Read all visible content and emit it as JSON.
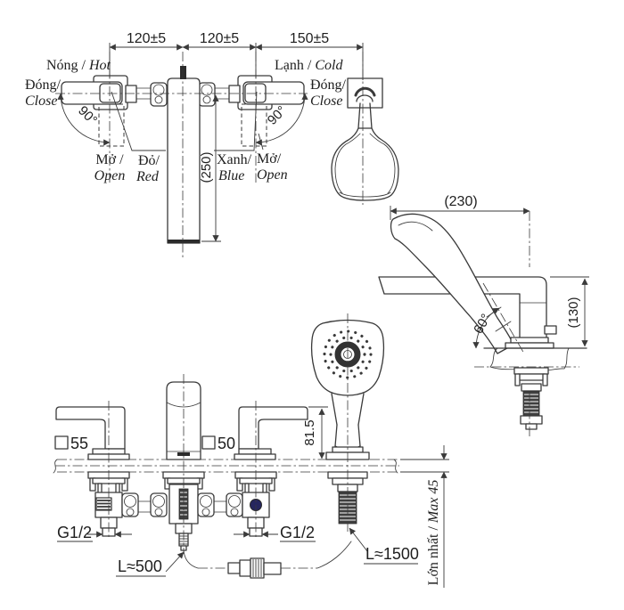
{
  "colors": {
    "line": "#3a3a3a",
    "accent_blue": "#26265e"
  },
  "front_view": {
    "dim_hot_to_spout": "120±5",
    "dim_spout_to_cold": "120±5",
    "dim_cold_to_shower": "150±5",
    "dim_spout_drop": "(250)",
    "angle_hot": "90°",
    "angle_cold": "90°",
    "label_hot_vi": "Nóng / ",
    "label_hot_en": "Hot",
    "label_cold_vi": "Lạnh / ",
    "label_cold_en": "Cold",
    "label_close_hot_vi": "Đóng/",
    "label_close_hot_en": "Close",
    "label_close_cold_vi": "Đóng/",
    "label_close_cold_en": "Close",
    "label_open_hot_vi": "Mở /",
    "label_open_hot_en": "Open",
    "label_open_cold_vi": "Mở/",
    "label_open_cold_en": "Open",
    "label_red_vi": "Đỏ/",
    "label_red_en": "Red",
    "label_blue_vi": "Xanh/",
    "label_blue_en": "Blue"
  },
  "side_view": {
    "dim_reach": "(230)",
    "dim_height": "(130)",
    "dock_angle": "60°"
  },
  "installed_view": {
    "handle_square": "55",
    "spout_square": "50",
    "dim_handle_height": "81.5",
    "thread_hot": "G1/2",
    "thread_cold": "G1/2",
    "hose_supply": "L≈500",
    "hose_shower": "L≈1500",
    "label_max_vi": "Lớn nhất / ",
    "label_max_en": "Max 45"
  }
}
